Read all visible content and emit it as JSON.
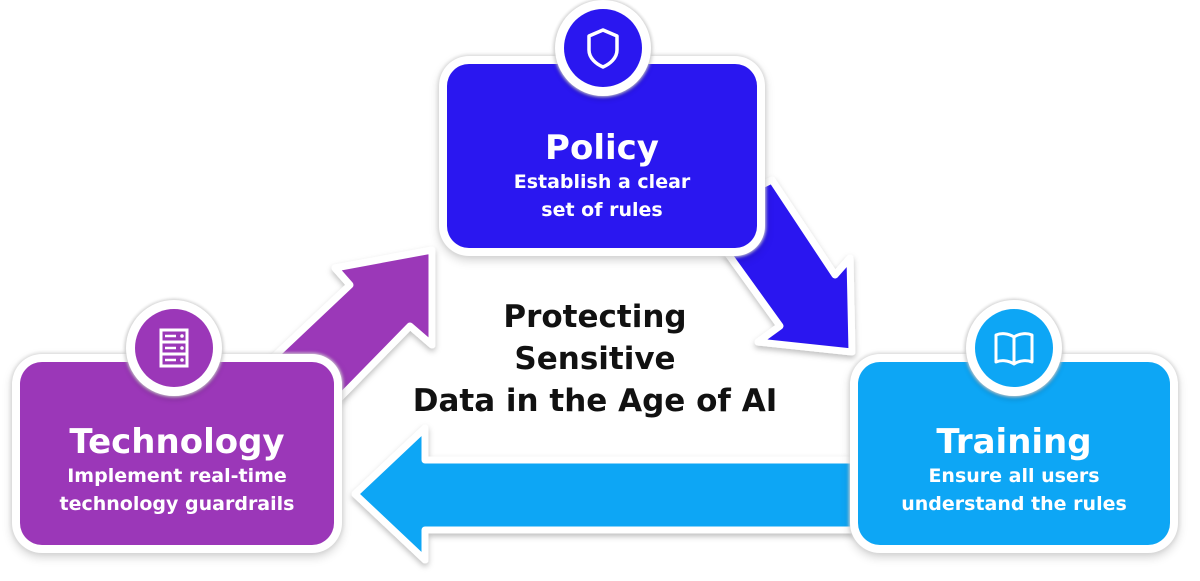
{
  "center_title_lines": [
    "Protecting",
    "Sensitive",
    "Data in the Age of AI"
  ],
  "cards": {
    "policy": {
      "title": "Policy",
      "desc_lines": [
        "Establish a clear",
        "set of rules"
      ],
      "icon": "shield-icon",
      "color": "#2a17f0"
    },
    "technology": {
      "title": "Technology",
      "desc_lines": [
        "Implement real-time",
        "technology guardrails"
      ],
      "icon": "server-icon",
      "color": "#9b37b8"
    },
    "training": {
      "title": "Training",
      "desc_lines": [
        "Ensure all users",
        "understand the rules"
      ],
      "icon": "book-icon",
      "color": "#0da6f5"
    }
  },
  "arrows": [
    {
      "from": "Policy",
      "to": "Training",
      "color": "#2a17f0"
    },
    {
      "from": "Training",
      "to": "Technology",
      "color": "#0da6f5"
    },
    {
      "from": "Technology",
      "to": "Policy",
      "color": "#9b37b8"
    }
  ]
}
